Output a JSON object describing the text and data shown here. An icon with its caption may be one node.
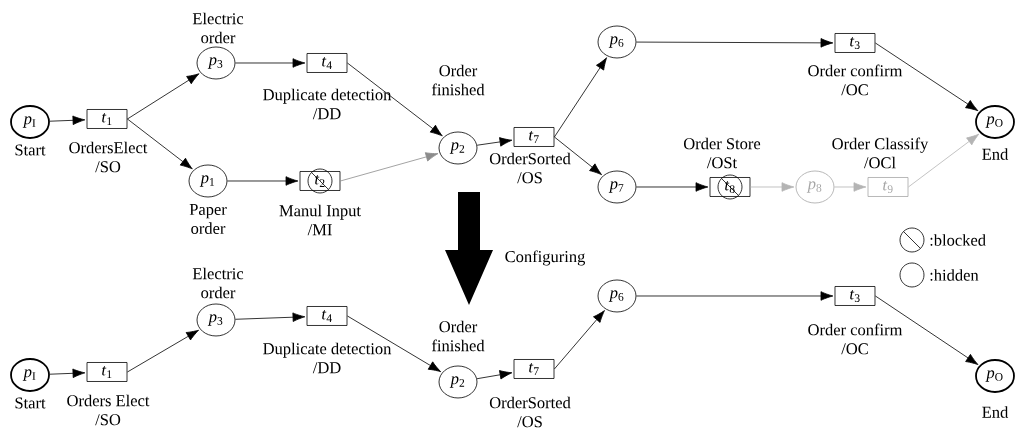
{
  "diagram": {
    "nodes": [
      {
        "text": [
          "*p*$_{I}$"
        ],
        "beside": [
          "Start"
        ]
      },
      {
        "text": [
          "*t*$_{1}$"
        ],
        "beside": [
          "OrdersElect /SO"
        ]
      },
      {
        "text": [
          "*p*$_{3}$"
        ],
        "beside": [
          "Electric order"
        ]
      },
      {
        "text": [
          "*p*$_{1}$"
        ],
        "beside": [
          "Paper order"
        ]
      },
      {
        "text": [
          "*t*$_{4}$"
        ],
        "beside": [
          "Duplicate detection /DD"
        ]
      },
      {
        "text": [
          "*t*$_{2}$"
        ],
        "beside": [
          "Manul Input /MI"
        ]
      },
      {
        "text": [
          "*p*$_{2}$"
        ],
        "beside": [
          "Order finished"
        ]
      },
      {
        "text": [
          "*t*$_{7}$"
        ],
        "beside": [
          "OrderSorted /OS"
        ]
      },
      {
        "text": [
          "*p*$_{6}$"
        ]
      },
      {
        "text": [
          "*p*$_{7}$"
        ]
      },
      {
        "text": [
          "*t*$_{3}$"
        ],
        "beside": [
          "Order confirm /OC"
        ]
      },
      {
        "text": [
          "*t*$_{8}$"
        ],
        "beside": [
          "Order Store /OSt"
        ]
      },
      {
        "text": [
          "*p*$_{8}$"
        ]
      },
      {
        "text": [
          "*t*$_{9}$"
        ],
        "beside": [
          "Order Classify /OCl"
        ]
      },
      {
        "text": [
          "*p*$_{O}$"
        ],
        "beside": [
          "End"
        ]
      },
      {
        "text": [
          "*p*$_{I}$"
        ],
        "beside": [
          "Start"
        ]
      },
      {
        "text": [
          "*t*$_{1}$"
        ],
        "beside": [
          "Orders Elect /SO"
        ]
      },
      {
        "text": [
          "*p*$_{3}$"
        ],
        "beside": [
          "Electric order"
        ]
      },
      {
        "text": [
          "*t*$_{4}$"
        ],
        "beside": [
          "Duplicate detection /DD"
        ]
      },
      {
        "text": [
          "*p*$_{2}$"
        ],
        "beside": [
          "Order finished"
        ]
      },
      {
        "text": [
          "*t*$_{7}$"
        ],
        "beside": [
          "OrderSorted /OS"
        ]
      },
      {
        "text": [
          "*p*$_{6}$"
        ]
      },
      {
        "text": [
          "*t*$_{3}$"
        ],
        "beside": [
          "Order confirm /OC"
        ]
      },
      {
        "text": [
          "*p*$_{O}$"
        ],
        "beside": [
          "End"
        ]
      }
    ],
    "edges": [
      {
        "from": 0,
        "to": 1,
        "arrow": "to"
      },
      {
        "from": 1,
        "to": 2,
        "arrow": "to"
      },
      {
        "from": 1,
        "to": 3,
        "arrow": "to"
      },
      {
        "from": 2,
        "to": 4,
        "arrow": "to"
      },
      {
        "from": 3,
        "to": 5,
        "arrow": "to"
      },
      {
        "from": 4,
        "to": 6,
        "arrow": "to"
      },
      {
        "from": 5,
        "to": 6,
        "arrow": "to",
        "color": "#8c8c8c"
      },
      {
        "from": 6,
        "to": 7,
        "arrow": "to"
      },
      {
        "from": 7,
        "to": 8,
        "arrow": "to"
      },
      {
        "from": 7,
        "to": 9,
        "arrow": "to"
      },
      {
        "from": 8,
        "to": 10,
        "arrow": "to"
      },
      {
        "from": 9,
        "to": 11,
        "arrow": "to"
      },
      {
        "from": 10,
        "to": 14,
        "arrow": "to"
      },
      {
        "from": 11,
        "to": 12,
        "arrow": "to",
        "color": "#b4b4b4"
      },
      {
        "from": 12,
        "to": 13,
        "arrow": "to",
        "color": "#b4b4b4"
      },
      {
        "from": 13,
        "to": 14,
        "arrow": "to",
        "color": "#b4b4b4"
      },
      {
        "from": 15,
        "to": 16,
        "arrow": "to"
      },
      {
        "from": 16,
        "to": 17,
        "arrow": "to"
      },
      {
        "from": 17,
        "to": 18,
        "arrow": "to"
      },
      {
        "from": 18,
        "to": 19,
        "arrow": "to"
      },
      {
        "from": 19,
        "to": 20,
        "arrow": "to"
      },
      {
        "from": 20,
        "to": 21,
        "arrow": "to"
      },
      {
        "from": 21,
        "to": 22,
        "arrow": "to"
      },
      {
        "from": 22,
        "to": 23,
        "arrow": "to"
      }
    ],
    "labels": [
      "Configuring"
    ],
    "legend": [
      {
        "text": ":blocked"
      },
      {
        "text": ":hidden"
      }
    ]
  }
}
